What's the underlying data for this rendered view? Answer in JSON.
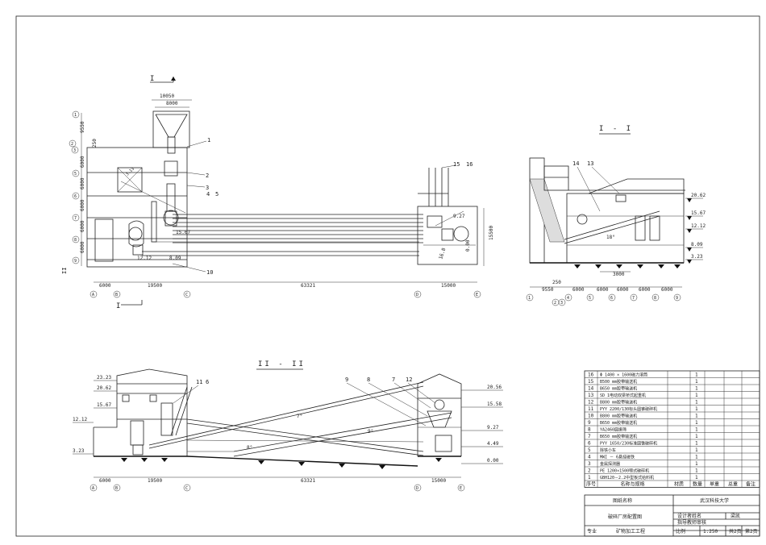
{
  "plan": {
    "section_mark": "I",
    "section_mark2": "II",
    "dims_top": [
      "10050",
      "8000"
    ],
    "dims_left": [
      "9550",
      "250",
      "6000",
      "6000",
      "6000",
      "6000",
      "6000"
    ],
    "grid_left": [
      "1",
      "2",
      "3",
      "5",
      "6",
      "7",
      "8",
      "9"
    ],
    "dims_bottom": [
      "6000",
      "19500",
      "63321",
      "15000"
    ],
    "grid_bottom": [
      "A",
      "B",
      "C",
      "D",
      "E"
    ],
    "angle_label": "3.13",
    "levels": [
      "15.67",
      "12.12",
      "8.09"
    ],
    "right_level": "9.27",
    "right_level2": "0.00",
    "right_angle": "16.8",
    "right_dim": "15500",
    "callouts": [
      "1",
      "2",
      "3",
      "4",
      "5",
      "10",
      "15",
      "16"
    ]
  },
  "elevation": {
    "title": "I - I",
    "callouts": [
      "14",
      "13"
    ],
    "angle_label": "18°",
    "slope_dim": "3000",
    "levels": [
      "20.62",
      "15.67",
      "12.12",
      "8.09",
      "3.23"
    ],
    "dim_top": "250",
    "dims_bottom": [
      "9550",
      "6000",
      "6000",
      "6000",
      "6000",
      "6000"
    ],
    "grid": [
      "1",
      "2",
      "3",
      "4",
      "5",
      "6",
      "7",
      "8",
      "9"
    ]
  },
  "section": {
    "title": "II - II",
    "angles": [
      "7°",
      "9°",
      "8°"
    ],
    "callouts": [
      "11",
      "6",
      "9",
      "8",
      "7",
      "12"
    ],
    "levels_left": [
      "23.23",
      "20.62",
      "15.67",
      "12.12",
      "3.23"
    ],
    "levels_right": [
      "20.56",
      "15.58",
      "9.27",
      "4.49",
      "0.00"
    ],
    "dims_bottom": [
      "6000",
      "19500",
      "63321",
      "15000"
    ],
    "grid": [
      "A",
      "B",
      "C",
      "D",
      "E"
    ]
  },
  "bom": {
    "headers": [
      "序号",
      "名称与规格",
      "材质",
      "数量",
      "单重",
      "总重",
      "备注"
    ],
    "rows": [
      {
        "no": "16",
        "name": "Φ 1400 × 1600磁力滚筒",
        "qty": "1"
      },
      {
        "no": "15",
        "name": "B500 mm胶带输送机",
        "qty": "1"
      },
      {
        "no": "14",
        "name": "B650 mm胶带输送机",
        "qty": "1"
      },
      {
        "no": "13",
        "name": "SD 1电动双梁桥式起重机",
        "qty": "1"
      },
      {
        "no": "12",
        "name": "B800 mm胶带输送机",
        "qty": "1"
      },
      {
        "no": "11",
        "name": "PYY 2200/130标头圆锥破碎机",
        "qty": "1"
      },
      {
        "no": "10",
        "name": "B800 mm胶带输送机",
        "qty": "1"
      },
      {
        "no": "9",
        "name": "B650 mm胶带输送机",
        "qty": "1"
      },
      {
        "no": "8",
        "name": "YA2460圆振筛",
        "qty": "1"
      },
      {
        "no": "7",
        "name": "B650 mm胶带输送机",
        "qty": "1"
      },
      {
        "no": "6",
        "name": "PYY 1650/230标准圆锥破碎机",
        "qty": "1"
      },
      {
        "no": "5",
        "name": "除铁小车",
        "qty": "1"
      },
      {
        "no": "4",
        "name": "MWI － 6悬挂磁铁",
        "qty": "1"
      },
      {
        "no": "3",
        "name": "金属探测器",
        "qty": "1"
      },
      {
        "no": "2",
        "name": "PE 1200×1500颚式破碎机",
        "qty": "1"
      },
      {
        "no": "1",
        "name": "GBH120－2.2中型板式给料机",
        "qty": "1"
      }
    ]
  },
  "title_block": {
    "drawing_name_label": "图纸名称",
    "university": "武汉科技大学",
    "drawing_name": "破碎厂房配置图",
    "designer_label": "设计者姓名",
    "designer_name": "梁凯",
    "advisor_label": "指导教师审核",
    "major_label": "专业",
    "major": "矿物加工工程",
    "scale_label": "比例",
    "scale": "1:250",
    "total_sheets": "共2页",
    "sheet_no": "第2页"
  }
}
